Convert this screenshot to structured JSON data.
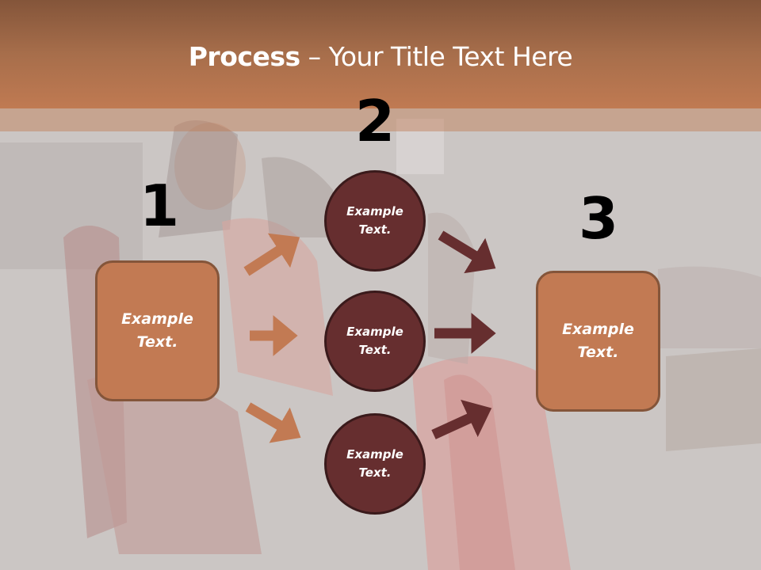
{
  "slide": {
    "title_bold": "Process",
    "title_rest": " – Your Title Text Here",
    "colors": {
      "header_top": "#84553a",
      "header_bottom": "#c07a52",
      "box_fill": "#c27a53",
      "box_border": "#84553a",
      "circle_fill": "#662e2f",
      "circle_border": "#3a1a1b",
      "orange_arrow": "#c27a53",
      "dark_arrow": "#662e2f"
    }
  },
  "steps": {
    "numbers": [
      "1",
      "2",
      "3"
    ],
    "start_box": {
      "label": "Example\nText."
    },
    "circles": [
      {
        "label": "Example\nText."
      },
      {
        "label": "Example\nText."
      },
      {
        "label": "Example\nText."
      }
    ],
    "end_box": {
      "label": "Example\nText."
    }
  }
}
